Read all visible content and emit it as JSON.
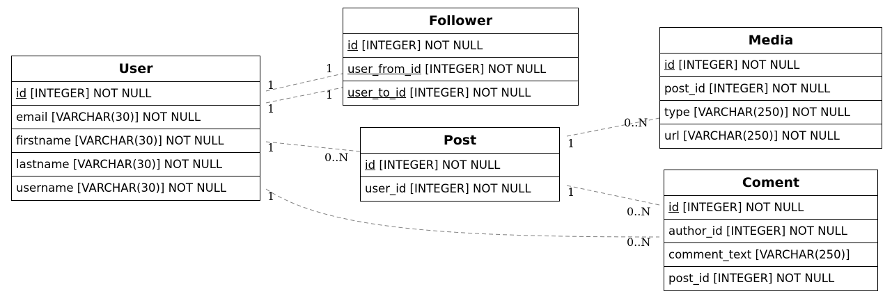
{
  "diagram": {
    "entities": [
      {
        "key": "user",
        "title": "User",
        "fields": [
          {
            "name": "id",
            "type": "[INTEGER] NOT NULL",
            "pk": true
          },
          {
            "name": "email",
            "type": "[VARCHAR(30)] NOT NULL",
            "pk": false
          },
          {
            "name": "firstname",
            "type": "[VARCHAR(30)] NOT NULL",
            "pk": false
          },
          {
            "name": "lastname",
            "type": "[VARCHAR(30)] NOT NULL",
            "pk": false
          },
          {
            "name": "username",
            "type": "[VARCHAR(30)] NOT NULL",
            "pk": false
          }
        ]
      },
      {
        "key": "follower",
        "title": "Follower",
        "fields": [
          {
            "name": "id",
            "type": "[INTEGER] NOT NULL",
            "pk": true
          },
          {
            "name": "user_from_id",
            "type": "[INTEGER] NOT NULL",
            "pk": true
          },
          {
            "name": "user_to_id",
            "type": "[INTEGER] NOT NULL",
            "pk": true
          }
        ]
      },
      {
        "key": "post",
        "title": "Post",
        "fields": [
          {
            "name": "id",
            "type": "[INTEGER] NOT NULL",
            "pk": true
          },
          {
            "name": "user_id",
            "type": "[INTEGER] NOT NULL",
            "pk": false
          }
        ]
      },
      {
        "key": "media",
        "title": "Media",
        "fields": [
          {
            "name": "id",
            "type": "[INTEGER] NOT NULL",
            "pk": true
          },
          {
            "name": "post_id",
            "type": "[INTEGER] NOT NULL",
            "pk": false
          },
          {
            "name": "type",
            "type": "[VARCHAR(250)] NOT NULL",
            "pk": false
          },
          {
            "name": "url",
            "type": "[VARCHAR(250)] NOT NULL",
            "pk": false
          }
        ]
      },
      {
        "key": "coment",
        "title": "Coment",
        "fields": [
          {
            "name": "id",
            "type": "[INTEGER] NOT NULL",
            "pk": true
          },
          {
            "name": "author_id",
            "type": "[INTEGER] NOT NULL",
            "pk": false
          },
          {
            "name": "comment_text",
            "type": "[VARCHAR(250)]",
            "pk": false
          },
          {
            "name": "post_id",
            "type": "[INTEGER] NOT NULL",
            "pk": false
          }
        ]
      }
    ],
    "relations": [
      {
        "key": "user-follower-from",
        "from_label": "1",
        "to_label": "1"
      },
      {
        "key": "user-follower-to",
        "from_label": "1",
        "to_label": "1"
      },
      {
        "key": "user-post",
        "from_label": "1",
        "to_label": "0..N"
      },
      {
        "key": "post-media",
        "from_label": "1",
        "to_label": "0..N"
      },
      {
        "key": "post-coment",
        "from_label": "1",
        "to_label": "0..N"
      },
      {
        "key": "user-coment",
        "from_label": "1",
        "to_label": "0..N"
      }
    ],
    "colors": {
      "border": "#000000",
      "connector": "#808080",
      "background": "#ffffff"
    }
  }
}
